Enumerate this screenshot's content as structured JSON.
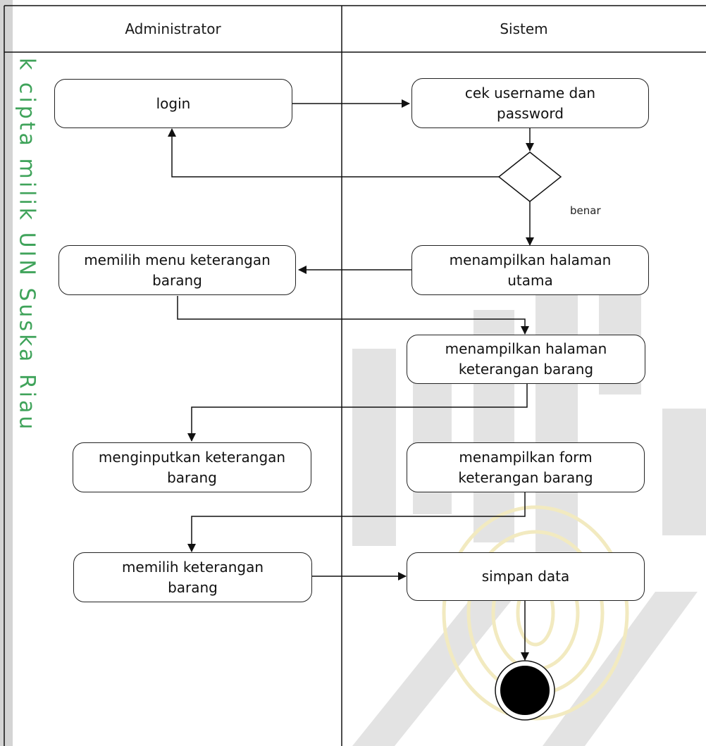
{
  "diagram": {
    "lanes": {
      "admin": "Administrator",
      "system": "Sistem"
    },
    "nodes": {
      "login": "login",
      "cek_username": "cek username dan\npassword",
      "memilih_menu": "memilih menu keterangan\nbarang",
      "tampil_utama": "menampilkan halaman\nutama",
      "tampil_keterangan": "menampilkan  halaman\nketerangan barang",
      "menginputkan": "menginputkan keterangan\nbarang",
      "tampil_form": "menampilkan form\nketerangan barang",
      "memilih_keterangan": "memilih keterangan\nbarang",
      "simpan": "simpan data"
    },
    "guards": {
      "benar": "benar"
    }
  },
  "watermark": {
    "side_text": "k cipta milik UIN Suska Riau",
    "colors": {
      "green": "#3fa35a",
      "grey": "#e2e2e2",
      "gold": "#f4ecc4",
      "side_bar": "#d0d0d0"
    }
  },
  "colors": {
    "line": "#111111",
    "text": "#111111"
  }
}
